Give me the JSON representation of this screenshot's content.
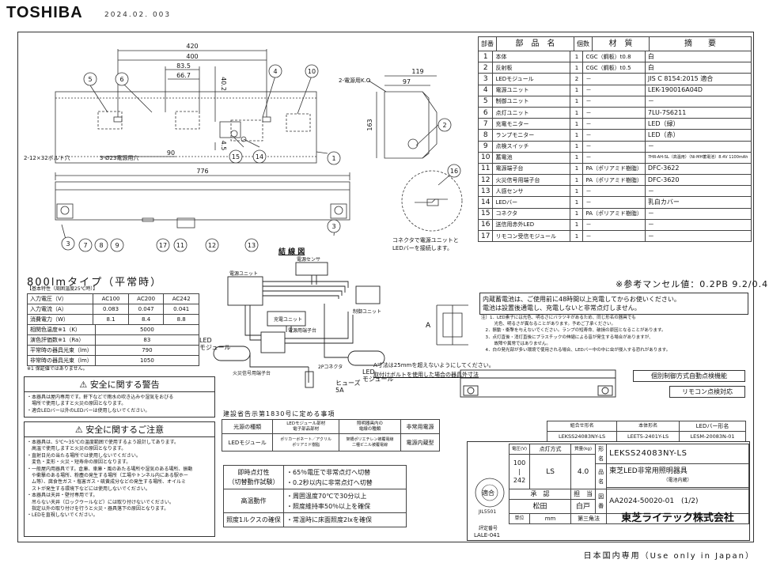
{
  "header": {
    "brand": "TOSHIBA",
    "date": "2024.02. 003"
  },
  "drawing": {
    "dims_top": [
      "420",
      "400",
      "83.5",
      "66.7",
      "40.2",
      "4.5",
      "90"
    ],
    "dims_side": [
      "119",
      "97",
      "163"
    ],
    "dim_bottom": "776",
    "callouts": [
      "1",
      "2",
      "3",
      "3",
      "5",
      "6",
      "4",
      "10",
      "7",
      "8",
      "9",
      "11",
      "12",
      "13",
      "14",
      "15",
      "16",
      "17"
    ],
    "label_bolt": "2-12×32ボルト穴",
    "label_hole": "3-Ø23電源用穴",
    "label_cable": "2-電源用K.O",
    "connector_note": [
      "コネクタで電源ユニットと",
      "LEDバーを接続します。"
    ],
    "wiring_title": "結 線 図",
    "wiring_labels": {
      "sensor": "電源センサ",
      "unit": "電源ユニット",
      "led_module": "LED\nモジュール",
      "fire": "火災信号用端子台",
      "fire2": "火災信号用端子台",
      "power_term": "電源用端子台",
      "charge": "充電ユニット",
      "control": "制御ユニット",
      "led_module2": "LED\nモジュール",
      "fuse": "ヒューズ\n5A",
      "conn2p": "2Pコネクタ"
    },
    "a_note": [
      "A寸法は25mmを超えないようにしてください。",
      "取付けボルトを使用した場合の器具外寸法"
    ],
    "a_label": "A"
  },
  "spec": {
    "title": "800lmタイプ（平常時）",
    "subtitle": "【基本特性（周囲温度25℃時）】",
    "head": [
      "入力電圧（V）",
      "AC100",
      "AC200",
      "AC242"
    ],
    "rows": [
      [
        "入力電流（A）",
        "0.083",
        "0.047",
        "0.041"
      ],
      [
        "消費電力（W）",
        "8.1",
        "8.4",
        "8.8"
      ]
    ],
    "rows2": [
      [
        "相関色温度※1（K）",
        "5000"
      ],
      [
        "演色評価数※1（Ra）",
        "83"
      ],
      [
        "平常時の器具光束（lm）",
        "790"
      ],
      [
        "非常時の器具光束（lm）",
        "1050"
      ]
    ],
    "note": "※1 保証値ではありません。"
  },
  "warning": {
    "title": "安全に関する警告",
    "lines": [
      "・本器具は屋内専用です。軒下などで雨水の吹き込みや湿気をおびる",
      "　場所で使用しますと火災の原因となります。",
      "・適合LEDバー以外のLEDバーは使用しないでください。"
    ]
  },
  "caution": {
    "title": "安全に関するご注意",
    "lines": [
      "・本器具は、5℃～35℃の温度範囲で使用するよう設計してあります。",
      "　高温で使用しますと火災の原因となります。",
      "・直射日光の当たる場所では使用しないでください。",
      "　変色・変形・火災・短寿命の原因となります。",
      "・一般屋内用器具です。倉庫、車庫・風のあたる場所や湿気のある場所、振動",
      "　や衝撃のある場所、粉塵の発生する場所（工場やトンネル内にある駅ホー",
      "　ム等）、腐食性ガス・塩害ガス・硫黄成分などの発生する場所、オイルミ",
      "　ストが発生する環境下などには使用しないでください。",
      "・本器具は天井・壁付専用です。",
      "　吊らない天井（ロックウールなど）には取り付けないでください。",
      "　指定以外の取り付けを行うと火災・器具落下の原因となります。",
      "・LEDを直視しないでください。"
    ]
  },
  "law": {
    "title": "建設省告示第1830号に定める事項",
    "head": [
      "光源の種類",
      "LEDモジュール部材\n電子部品部材",
      "照明器具内の\n電線の種類",
      "非常用電源"
    ],
    "row": [
      "LEDモジュール",
      "ポリカーボネート／アクリル\nポリアミド樹脂",
      "架橋ポリエチレン被覆電線\n二種ビニル被覆電線",
      "電源内蔵型"
    ]
  },
  "perf": [
    {
      "name": "即時点灯性\n（切替動作試験）",
      "items": [
        "・65％電圧で非常点灯へ切替",
        "・0.2秒以内に非常点灯へ切替"
      ]
    },
    {
      "name": "高温動作",
      "items": [
        "・周囲温度70℃で30分以上",
        "・照度維持率50％以上を確保"
      ]
    },
    {
      "name": "照度1ルクスの確保",
      "items": [
        "・常温時に床面照度2lxを確保"
      ]
    }
  ],
  "parts": {
    "head": [
      "部番",
      "部　品　名",
      "個数",
      "材　質",
      "摘　　要"
    ],
    "rows": [
      [
        "1",
        "本体",
        "1",
        "CGC（鋼板）t0.8",
        "白"
      ],
      [
        "2",
        "反射板",
        "1",
        "CGC（鋼板）t0.5",
        "白"
      ],
      [
        "3",
        "LEDモジュール",
        "2",
        "－",
        "JIS C 8154:2015 適合"
      ],
      [
        "4",
        "電源ユニット",
        "1",
        "－",
        "LEK-190016A04D"
      ],
      [
        "5",
        "制御ユニット",
        "1",
        "－",
        "－"
      ],
      [
        "6",
        "点灯ユニット",
        "1",
        "－",
        "7LU-7S6211"
      ],
      [
        "7",
        "充電モニター",
        "1",
        "－",
        "LED（緑）"
      ],
      [
        "8",
        "ランプモニター",
        "1",
        "－",
        "LED（赤）"
      ],
      [
        "9",
        "点検スイッチ",
        "1",
        "－",
        "－"
      ],
      [
        "10",
        "蓄電池",
        "1",
        "－",
        "7HR-AH-SL（高温用）（Ni-MH蓄電池）8.4V 1100mAh"
      ],
      [
        "11",
        "電源端子台",
        "1",
        "PA（ポリアミド樹脂）",
        "DFC-3622"
      ],
      [
        "12",
        "火災信号用端子台",
        "1",
        "PA（ポリアミド樹脂）",
        "DFC-3620"
      ],
      [
        "13",
        "人感センサ",
        "1",
        "－",
        "－"
      ],
      [
        "14",
        "LEDバー",
        "1",
        "－",
        "乳白カバー"
      ],
      [
        "15",
        "コネクタ",
        "1",
        "PA（ポリアミド樹脂）",
        "－"
      ],
      [
        "16",
        "送信用赤外LED",
        "1",
        "－",
        "－"
      ],
      [
        "17",
        "リモコン受信モジュール",
        "1",
        "－",
        "－"
      ]
    ],
    "munsell": "※参考マンセル値：0.2PB 9.2/0.4"
  },
  "battery_warning": [
    "内蔵蓄電池は、ご使用前に48時間以上充電してからお使いください。",
    "電池は設置後通電し、充電しないと非常点灯しません。"
  ],
  "remarks": [
    "注）1．LED素子には光色、明るさにバラツキがあるため、同じ形名の器具でも",
    "　　　光色、明るさが異なることがあります。予めご了承ください。",
    "　2．振動・衝撃を与えないでください。ランプの短寿命、破損の原因となることがあります。",
    "　3．点灯直後・消灯直後にプラスチックの伸縮による音が発生する場合がありますが、",
    "　　　故障や異常ではありません。",
    "　4．白の発光部が多い環境で使用される場合、LEDバー中の中に虫が侵入する恐れがあります。"
  ],
  "feature_tags": [
    "個別制御方式自動点検機能",
    "リモコン点検対応"
  ],
  "model_table": {
    "head": [
      "組合せ形名",
      "本体形名",
      "LEDバー形名"
    ],
    "row": [
      "LEKSS24083NY-LS",
      "LEET5-2401Y-LS",
      "LESM-20083N-01"
    ]
  },
  "title_block": {
    "col_labels": [
      "電圧(V)",
      "点灯方式",
      "質量(kg)"
    ],
    "voltage": [
      "100",
      "|",
      "242"
    ],
    "method": "LS",
    "mass": "4.0",
    "model_label": "形名",
    "model": "LEKSS24083NY-LS",
    "name_label": "品名",
    "name": "東芝LED非常用照明器具",
    "name_sub": "（電池内蔵）",
    "fig_label": "図番",
    "fig_no": "AA2024-50020-01",
    "page": "(1/2)",
    "stamp_label": "適合",
    "stamp_sub": "JIL5501",
    "rating_no_label": "評定番号",
    "rating_no": "LALE-041",
    "approve_head": [
      "承　認",
      "担　当"
    ],
    "approve": [
      "松田",
      "白戸"
    ],
    "unit_label": "単位",
    "unit": "mm",
    "angle": "第三角法",
    "company": "東芝ライテック株式会社"
  },
  "footer": "日本国内専用（Use only in Japan）"
}
